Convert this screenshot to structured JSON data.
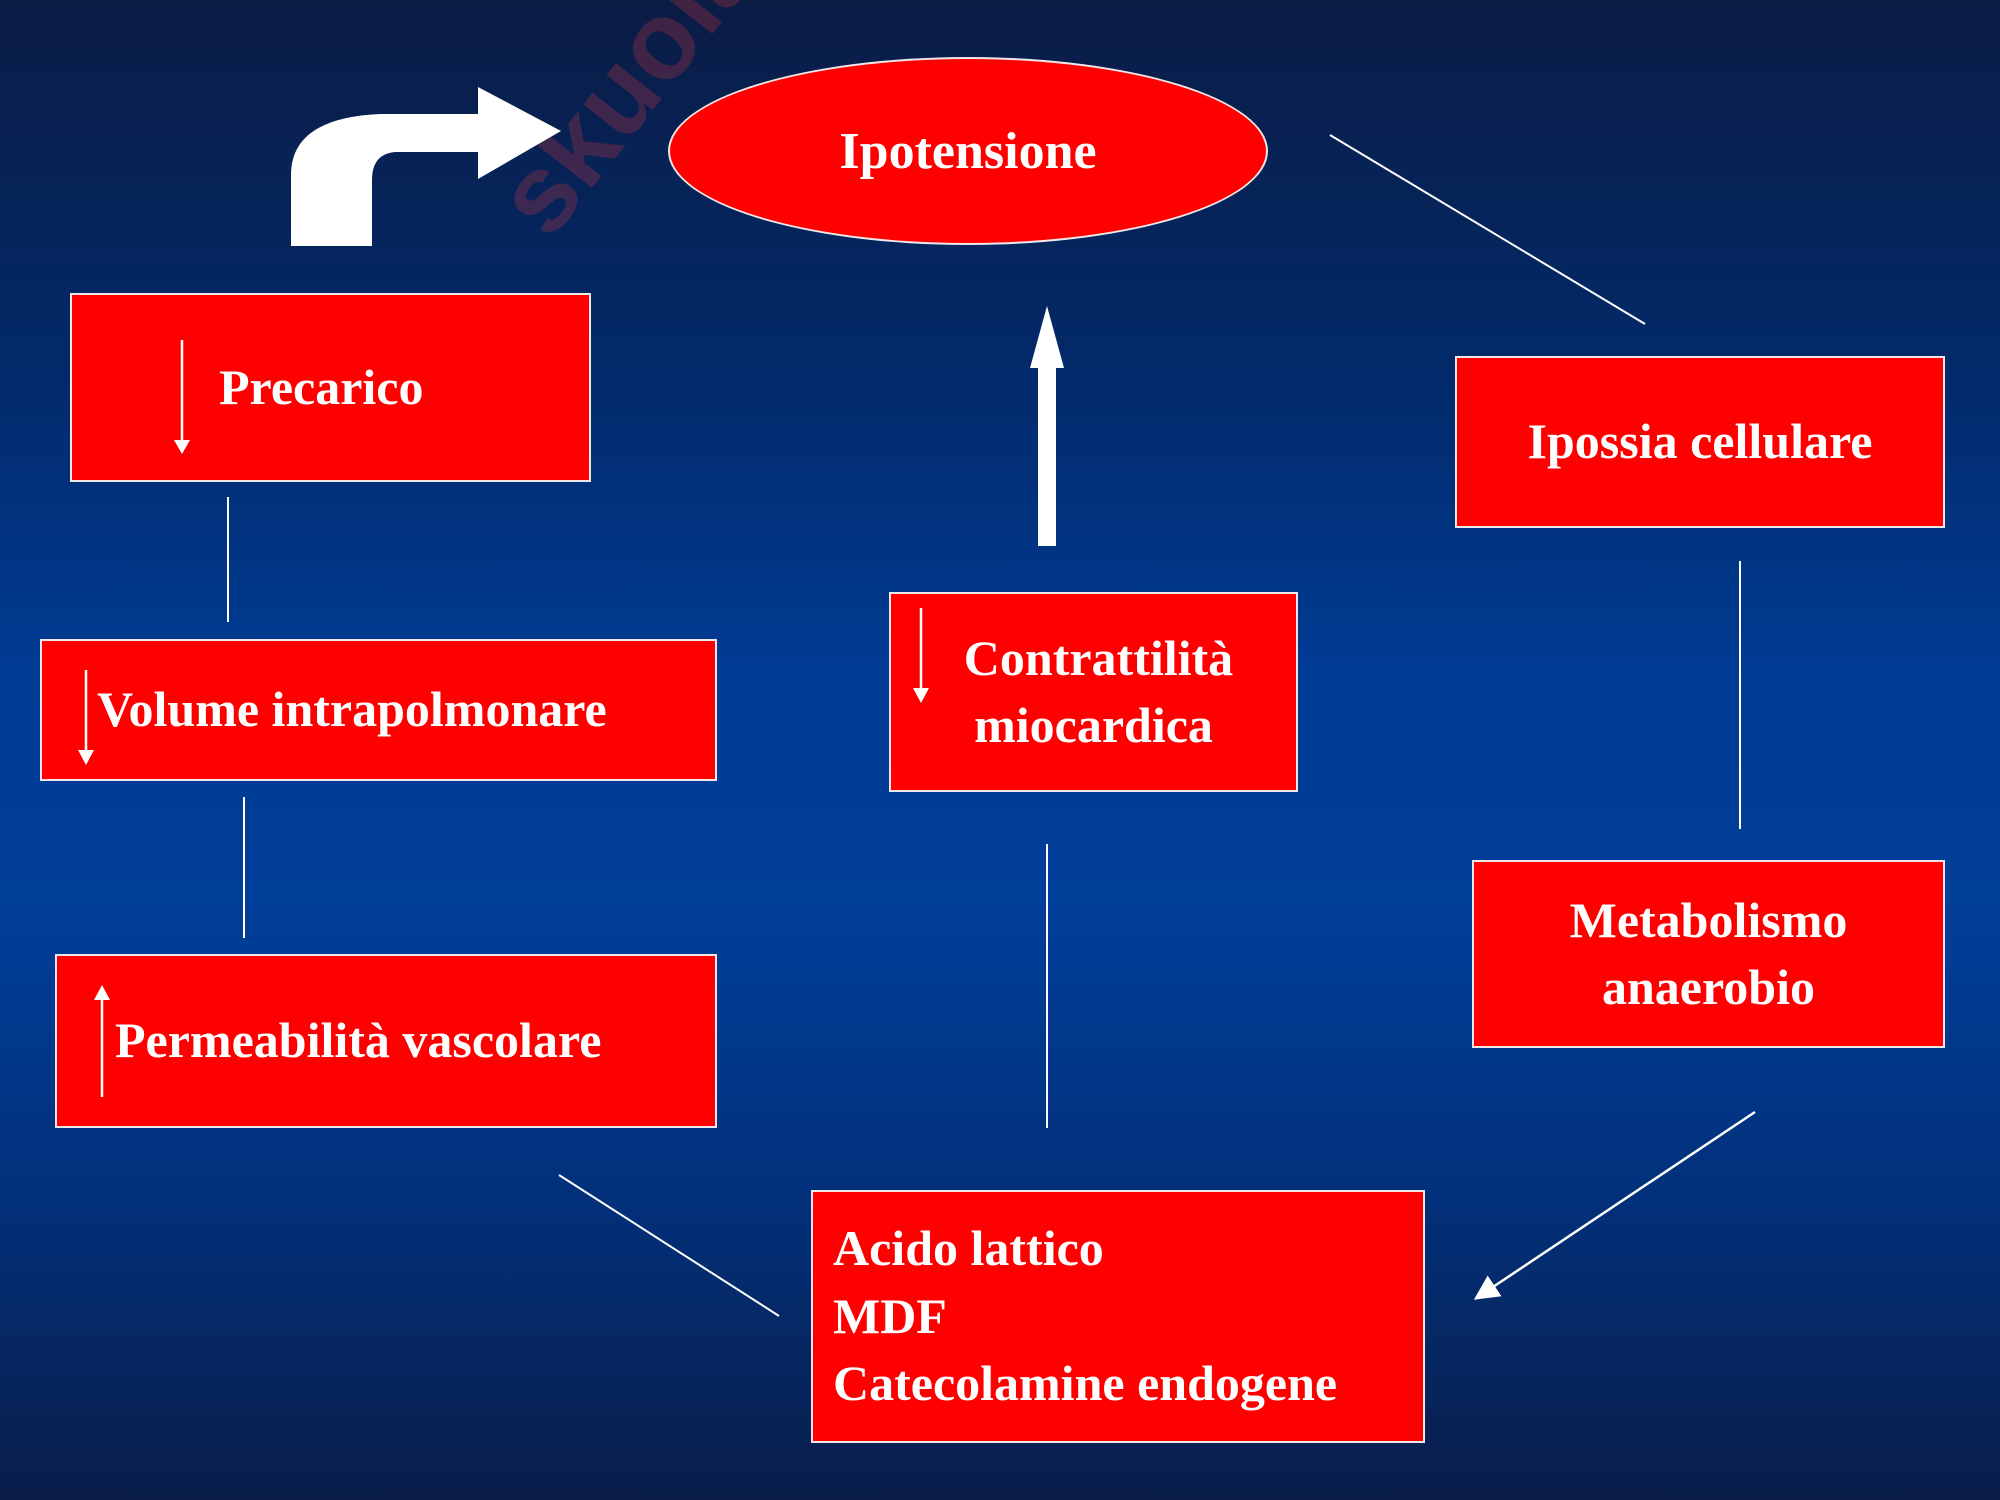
{
  "nodes": {
    "ipotensione": "Ipotensione",
    "precarico": "Precarico",
    "volume": "Volume intrapolmonare",
    "permeabilita": "Permeabilità vascolare",
    "contrattilita_1": "Contrattilità",
    "contrattilita_2": "miocardica",
    "acido_1": "Acido lattico",
    "acido_2": "MDF",
    "acido_3": "Catecolamine endogene",
    "ipossia": "Ipossia cellulare",
    "metabolismo_1": "Metabolismo",
    "metabolismo_2": "anaerobio"
  },
  "watermark": "skuola.net",
  "colors": {
    "box": "#ff0000",
    "background": "#003f9a",
    "line": "#ffffff"
  }
}
